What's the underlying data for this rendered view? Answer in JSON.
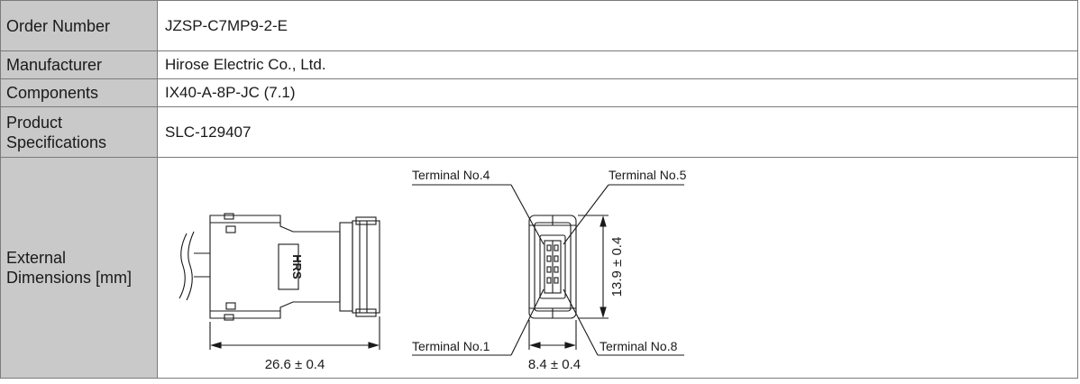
{
  "rows": [
    {
      "label": "Order Number",
      "value": "JZSP-C7MP9-2-E"
    },
    {
      "label": "Manufacturer",
      "value": "Hirose Electric Co., Ltd."
    },
    {
      "label": "Components",
      "value": "IX40-A-8P-JC (7.1)"
    },
    {
      "label": "Product Specifications",
      "value": "SLC-129407"
    },
    {
      "label": "External Dimensions [mm]"
    }
  ],
  "drawing": {
    "length_dim": "26.6 ± 0.4",
    "width_dim": "8.4 ± 0.4",
    "height_dim": "13.9 ± 0.4",
    "terminal_4": "Terminal No.4",
    "terminal_5": "Terminal No.5",
    "terminal_1": "Terminal No.1",
    "terminal_8": "Terminal No.8",
    "logo_text": "HRS"
  }
}
